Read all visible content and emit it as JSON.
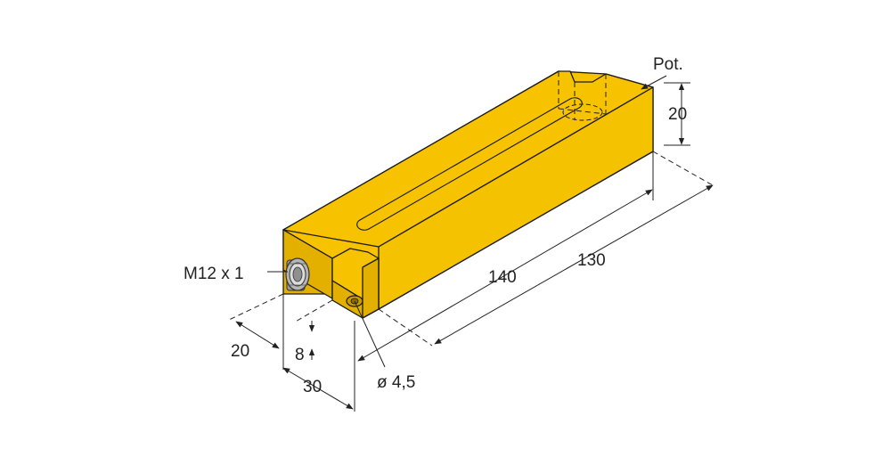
{
  "colors": {
    "body_top": "#f7c300",
    "body_front": "#e3b000",
    "body_side": "#f5c200",
    "outline": "#1a1a1a",
    "connector": "#9a9a9a"
  },
  "labels": {
    "potentiometer": "Pot.",
    "connector_thread": "M12 x 1",
    "height_right": "20",
    "length_outer": "130",
    "length_total": "140",
    "width_front": "20",
    "hole_offset": "8",
    "depth": "30",
    "hole_diameter": "ø 4,5"
  }
}
